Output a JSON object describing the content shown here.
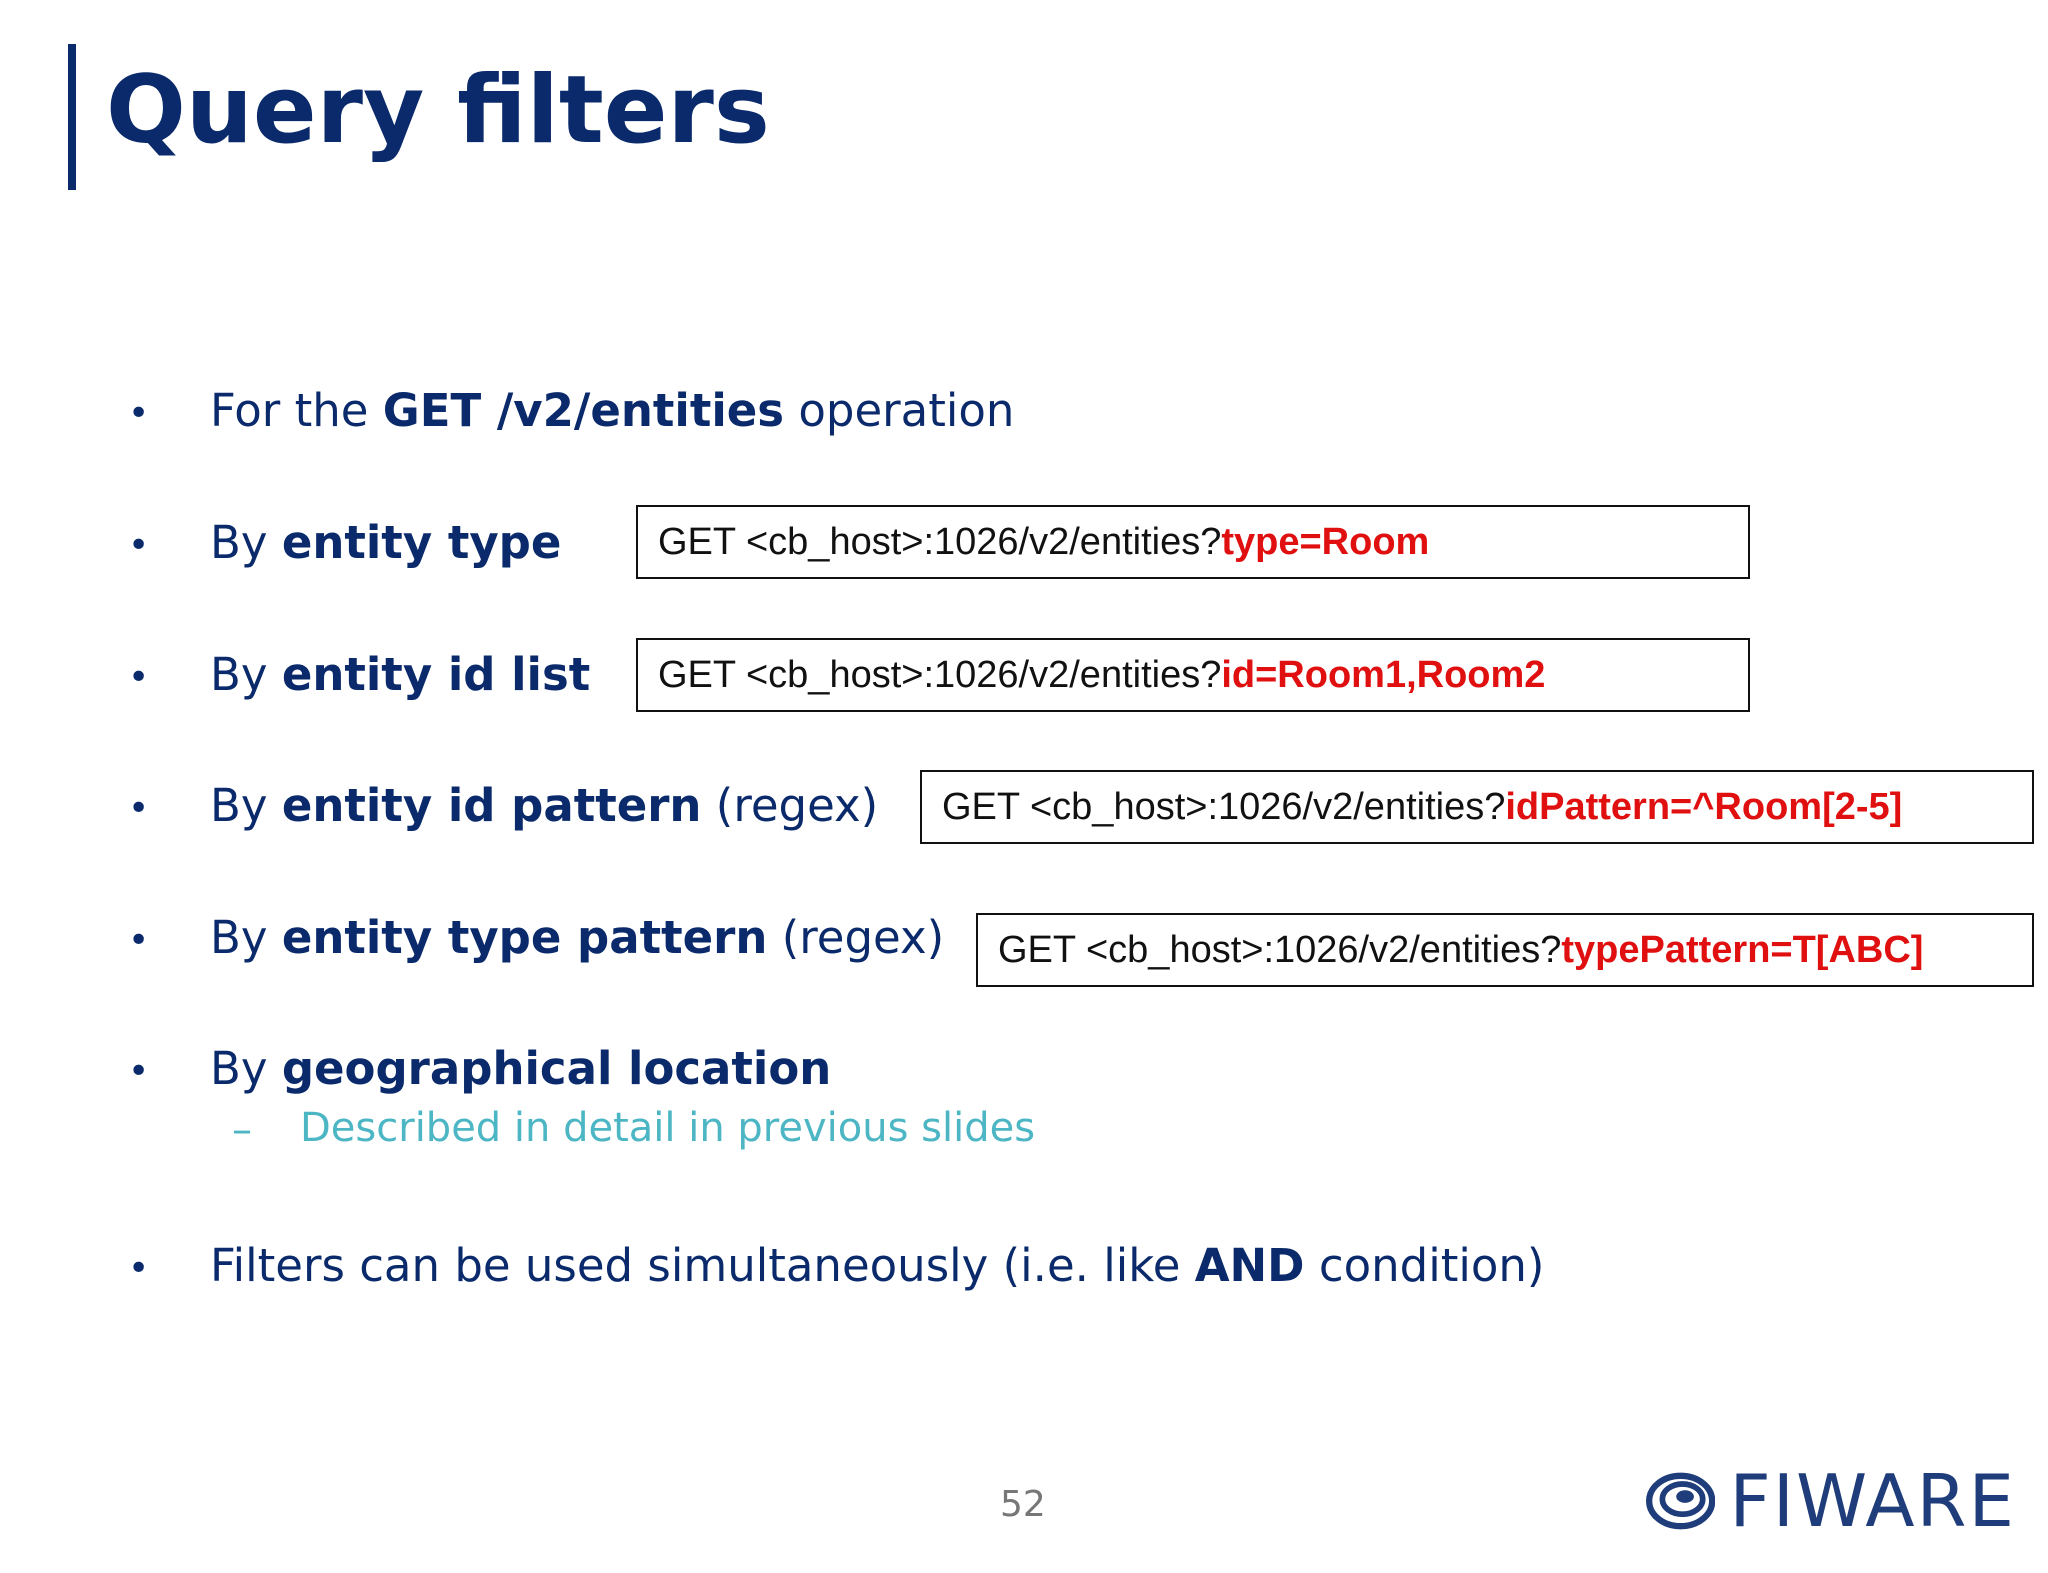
{
  "slide": {
    "title": "Query filters",
    "items": [
      {
        "prefix": "For the ",
        "bold": "GET /v2/entities",
        "suffix": " operation"
      },
      {
        "prefix": "By ",
        "bold": "entity type",
        "suffix": ""
      },
      {
        "prefix": "By ",
        "bold": "entity id list",
        "suffix": ""
      },
      {
        "prefix": "By ",
        "bold": "entity id pattern",
        "suffix": " (regex)"
      },
      {
        "prefix": "By ",
        "bold": "entity type pattern",
        "suffix": " (regex)"
      },
      {
        "prefix": "By ",
        "bold": "geographical location",
        "suffix": ""
      },
      {
        "prefix": "Filters can be used simultaneously (i.e. like ",
        "bold": "AND",
        "suffix": " condition)"
      }
    ],
    "sub_item": "Described in detail in previous slides",
    "sub_dash": "–",
    "bullet": "•",
    "code": [
      {
        "base": "GET <cb_host>:1026/v2/entities?",
        "param": "type=Room"
      },
      {
        "base": "GET <cb_host>:1026/v2/entities?",
        "param": "id=Room1,Room2"
      },
      {
        "base": "GET <cb_host>:1026/v2/entities?",
        "param": "idPattern=^Room[2-5]"
      },
      {
        "base": "GET <cb_host>:1026/v2/entities?",
        "param": "typePattern=T[ABC]"
      }
    ],
    "page_number": "52",
    "logo_text": "FIWARE"
  },
  "colors": {
    "title": "#0a2a6b",
    "body_text": "#0a2a6b",
    "sub_text": "#4db6c4",
    "highlight": "#e01010",
    "logo": "#1e3d7a"
  }
}
